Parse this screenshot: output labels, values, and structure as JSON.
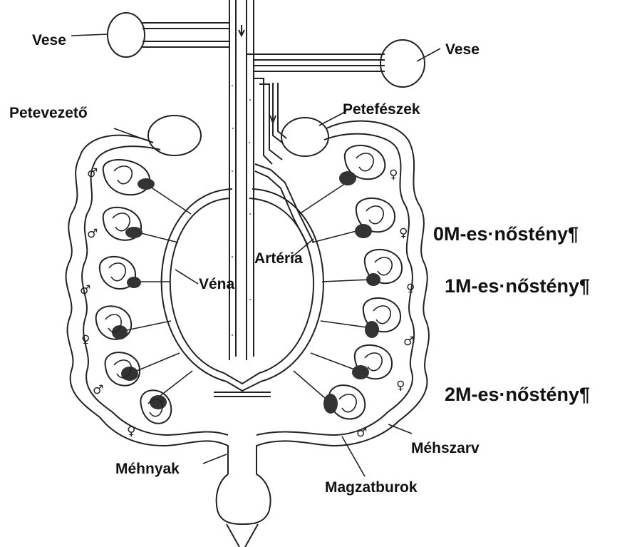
{
  "labels": {
    "vese_left": "Vese",
    "vese_right": "Vese",
    "petevezeto": "Petevezető",
    "petefeszek": "Petefészek",
    "vena": "Véna",
    "arteria": "Artéria",
    "mehnyak": "Méhnyak",
    "mehszarv": "Méhszarv",
    "magzatburok": "Magzatburok"
  },
  "notes": {
    "zero_m": "0M-es·nőstény¶",
    "one_m": "1M-es·nőstény¶",
    "two_m": "2M-es·nőstény¶"
  },
  "fetuses": {
    "left": [
      "♂",
      "♂",
      "♂",
      "♀",
      "♂",
      "♀"
    ],
    "right": [
      "♀",
      "♀",
      "♀",
      "♂",
      "♀",
      "♂"
    ]
  },
  "colors": {
    "line": "#222222",
    "placenta": "#333333",
    "background": "#ffffff"
  }
}
